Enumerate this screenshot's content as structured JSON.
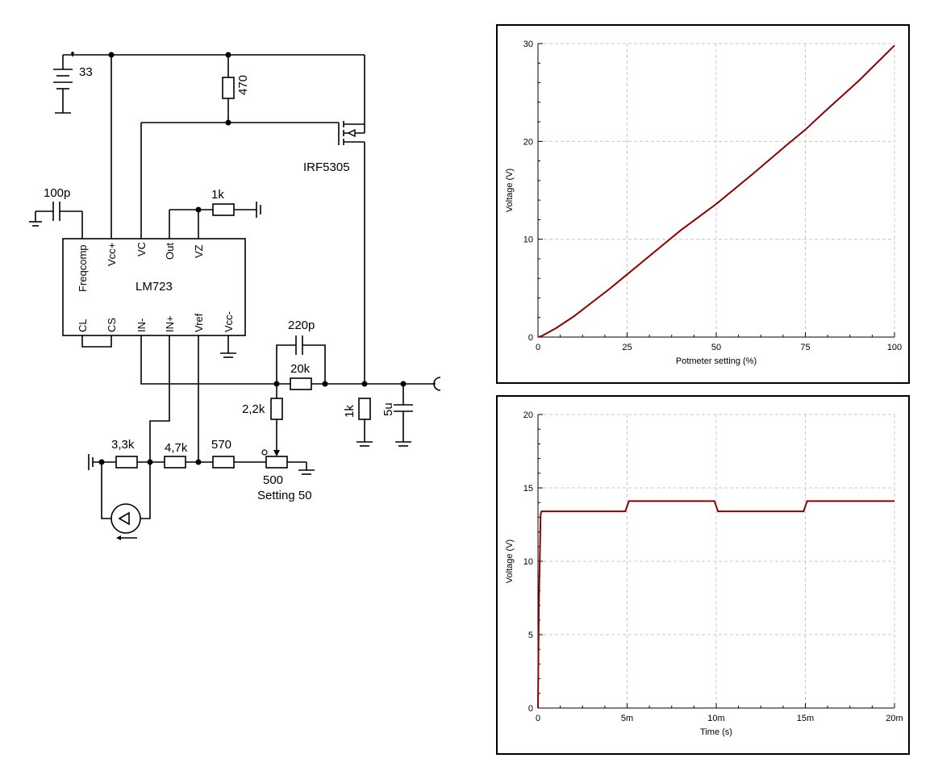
{
  "schematic": {
    "labels": {
      "battery": "33",
      "r_470": "470",
      "mosfet": "IRF5305",
      "c_100p": "100p",
      "r_1k_vz": "1k",
      "ic_name": "LM723",
      "pin_freqcomp": "Freqcomp",
      "pin_vccp": "Vcc+",
      "pin_vc": "VC",
      "pin_out": "Out",
      "pin_vz": "VZ",
      "pin_cl": "CL",
      "pin_cs": "CS",
      "pin_inm": "IN-",
      "pin_inp": "IN+",
      "pin_vref": "Vref",
      "pin_vccm": "Vcc-",
      "c_220p": "220p",
      "r_20k": "20k",
      "r_2k2": "2,2k",
      "r_1k_load": "1k",
      "c_5u": "5u",
      "r_3k3": "3,3k",
      "r_4k7": "4,7k",
      "r_570": "570",
      "pot_value": "500",
      "pot_setting": "Setting 50"
    }
  },
  "chart_data": [
    {
      "type": "line",
      "xlabel": "Potmeter setting (%)",
      "ylabel": "Voltage (V)",
      "xlim": [
        0,
        100
      ],
      "ylim": [
        0,
        30
      ],
      "xticks": [
        "0",
        "25",
        "50",
        "75",
        "100"
      ],
      "yticks": [
        "0",
        "10",
        "20",
        "30"
      ],
      "grid": true,
      "series": [
        {
          "x": [
            0,
            1,
            2,
            5,
            10,
            20,
            25,
            30,
            40,
            50,
            60,
            70,
            75,
            80,
            90,
            100
          ],
          "y": [
            0,
            0.1,
            0.3,
            0.9,
            2.1,
            4.9,
            6.4,
            7.9,
            10.9,
            13.6,
            16.6,
            19.7,
            21.2,
            22.9,
            26.2,
            29.8
          ]
        }
      ]
    },
    {
      "type": "line",
      "xlabel": "Time (s)",
      "ylabel": "Voltage (V)",
      "xlim": [
        0,
        20
      ],
      "ylim": [
        0,
        20
      ],
      "xticks": [
        "0",
        "5m",
        "10m",
        "15m",
        "20m"
      ],
      "yticks": [
        "0",
        "5",
        "10",
        "15",
        "20"
      ],
      "grid": true,
      "series": [
        {
          "x": [
            0,
            0.05,
            0.1,
            0.15,
            0.2,
            4.9,
            5.1,
            9.9,
            10.1,
            14.9,
            15.1,
            20
          ],
          "y": [
            0,
            7,
            10,
            13.2,
            13.4,
            13.4,
            14.1,
            14.1,
            13.4,
            13.4,
            14.1,
            14.1
          ]
        }
      ]
    }
  ]
}
